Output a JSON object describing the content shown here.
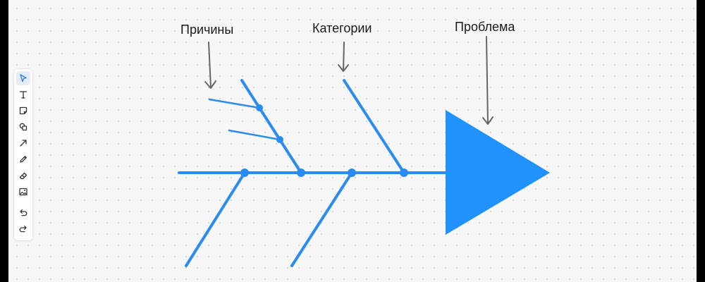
{
  "labels": {
    "causes": "Причины",
    "categories": "Категории",
    "problem": "Проблема"
  },
  "toolbar": {
    "tools": [
      {
        "name": "select-tool",
        "icon": "cursor-icon",
        "active": true
      },
      {
        "name": "text-tool",
        "icon": "text-icon"
      },
      {
        "name": "sticky-note-tool",
        "icon": "sticky-note-icon"
      },
      {
        "name": "shapes-tool",
        "icon": "shapes-icon"
      },
      {
        "name": "arrow-tool",
        "icon": "arrow-icon"
      },
      {
        "name": "pen-tool",
        "icon": "pen-icon"
      },
      {
        "name": "eraser-tool",
        "icon": "eraser-icon"
      },
      {
        "name": "image-tool",
        "icon": "image-icon"
      },
      {
        "name": "undo-button",
        "icon": "undo-icon"
      },
      {
        "name": "redo-button",
        "icon": "redo-icon"
      }
    ]
  },
  "colors": {
    "diagram": "#2a8cf0",
    "head": "#2191fb",
    "arrow": "#666666",
    "toolbar_icon": "#333333",
    "toolbar_active_icon": "#2a7be4"
  }
}
